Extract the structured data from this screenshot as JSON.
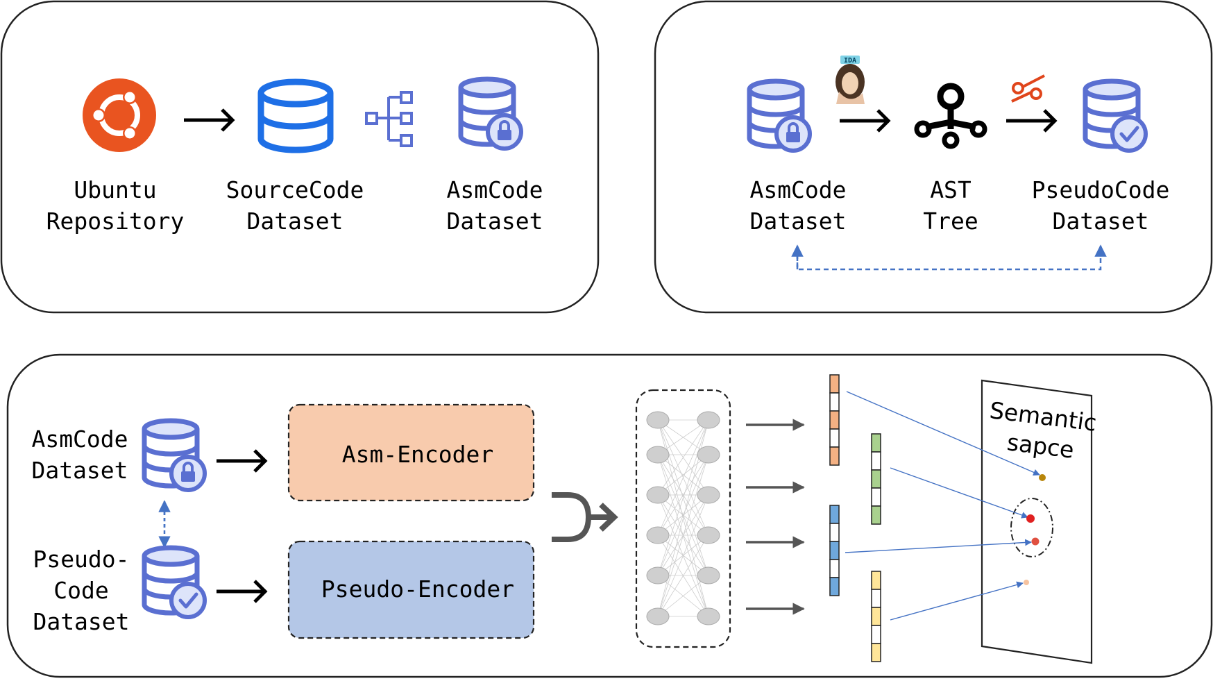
{
  "top_left": {
    "items": [
      {
        "line1": "Ubuntu",
        "line2": "Repository",
        "icon": "ubuntu-logo-icon"
      },
      {
        "line1": "SourceCode",
        "line2": "Dataset",
        "icon": "database-icon"
      },
      {
        "line1": "AsmCode",
        "line2": "Dataset",
        "icon": "database-lock-icon"
      }
    ],
    "middle_icon": "hierarchy-tree-icon"
  },
  "top_right": {
    "ida_label": "IDA",
    "items": [
      {
        "line1": "AsmCode",
        "line2": "Dataset",
        "icon": "database-lock-icon"
      },
      {
        "line1": "AST",
        "line2": "Tree",
        "icon": "ast-tree-icon"
      },
      {
        "line1": "PseudoCode",
        "line2": "Dataset",
        "icon": "database-check-icon"
      }
    ]
  },
  "bottom": {
    "asm_dataset": {
      "line1": "AsmCode",
      "line2": "Dataset"
    },
    "pseudo_dataset": {
      "line1": "Pseudo-",
      "line2": "Code",
      "line3": "Dataset"
    },
    "asm_encoder": "Asm-Encoder",
    "pseudo_encoder": "Pseudo-Encoder",
    "semantic_space": {
      "line1": "Semantic",
      "line2": "sapce"
    }
  },
  "colors": {
    "db_blue": "#1e6fe6",
    "db_slate": "#5a6fd1",
    "ubuntu_orange": "#e95420",
    "asm_encoder_fill": "#f8cbad",
    "pseudo_encoder_fill": "#b4c7e7",
    "dashed_link": "#4472c4",
    "vec_orange": "#f4b183",
    "vec_green": "#a9d18e",
    "vec_blue": "#6fa8dc",
    "vec_yellow": "#ffe699"
  }
}
